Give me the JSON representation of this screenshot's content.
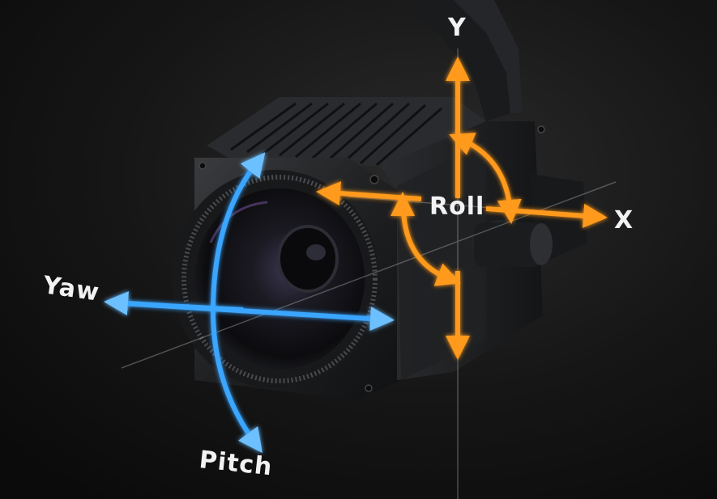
{
  "labels": {
    "y_axis": "Y",
    "x_axis": "X",
    "roll": "Roll",
    "yaw": "Yaw",
    "pitch": "Pitch"
  },
  "colors": {
    "background": "#141414",
    "orange_axis": "#ff9a1a",
    "orange_glow": "#ffb347",
    "blue_axis": "#3aa6ff",
    "blue_glow": "#7cc8ff",
    "camera_body": "#1c1d1f",
    "label_text": "#f2f2f2"
  }
}
